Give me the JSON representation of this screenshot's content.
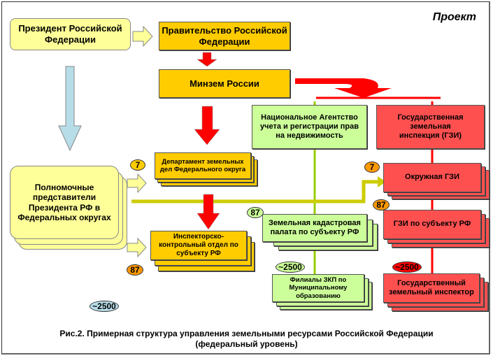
{
  "header": {
    "project_label": "Проект"
  },
  "nodes": {
    "president": "Президент Российской Федерации",
    "government": "Правительство Российской Федерации",
    "minzem": "Минзем России",
    "national_agency": "Национальное Агентство учета и регистрации прав на недвижимость",
    "gzi": "Государственная земельная инспекция (ГЗИ)",
    "plenipotentiaries": "Полномочные представители Президента РФ в Федеральных округах",
    "dept_federal_district": "Департамент земельных дел Федерального округа",
    "inspection_control_dept": "Инспекторско-контрольный отдел по субъекту РФ",
    "district_gzi": "Окружная ГЗИ",
    "cadastral_chamber": "Земельная кадастровая палата по субъекту РФ",
    "gzi_subject": "ГЗИ по субъекту РФ",
    "zkp_branches": "Филиалы ЗКП по Муниципальному образованию",
    "state_land_inspector": "Государственный земельный инспектор"
  },
  "badges": {
    "dept_federal_district": "7",
    "inspection_control_dept": "87",
    "plenipotentiaries": "~2500",
    "district_gzi": "7",
    "cadastral_chamber": "87",
    "gzi_subject": "87",
    "zkp_branches": "~2500",
    "state_land_inspector": "~2500"
  },
  "colors": {
    "yellow_box": "#ffcc00",
    "pale_yellow_box": "#ffff99",
    "green_box": "#ccff99",
    "red_box": "#ff5050",
    "red_arrow": "#ff0000",
    "olive_line": "#cccc00",
    "green_line": "#99cc00",
    "blue_arrow": "#b7dde8"
  },
  "caption": {
    "line1": "Рис.2. Примерная структура управления земельными ресурсами Российской Федерации",
    "line2": "(федеральный уровень)"
  }
}
